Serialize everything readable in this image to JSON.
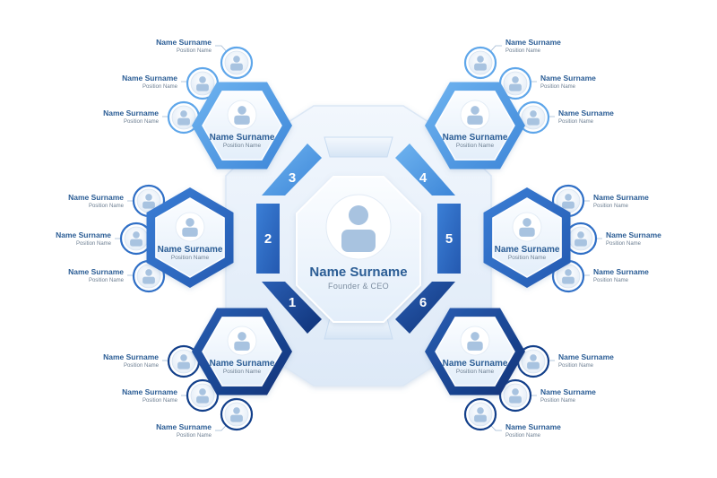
{
  "center": {
    "name": "Name Surname",
    "role": "Founder & CEO"
  },
  "colors": {
    "dark": "#123f8a",
    "mid": "#2f6fc6",
    "light": "#5ea6ea",
    "panel": "#e8f1fb",
    "text": "#2b5d95",
    "sub": "#6d7f92"
  },
  "groups": [
    {
      "number": "3",
      "name": "Name Surname",
      "position": "Position Name",
      "members": [
        {
          "name": "Name Surname",
          "position": "Position Name"
        },
        {
          "name": "Name Surname",
          "position": "Position Name"
        },
        {
          "name": "Name Surname",
          "position": "Position Name"
        }
      ]
    },
    {
      "number": "4",
      "name": "Name Surname",
      "position": "Position Name",
      "members": [
        {
          "name": "Name Surname",
          "position": "Position Name"
        },
        {
          "name": "Name Surname",
          "position": "Position Name"
        },
        {
          "name": "Name Surname",
          "position": "Position Name"
        }
      ]
    },
    {
      "number": "2",
      "name": "Name Surname",
      "position": "Position Name",
      "members": [
        {
          "name": "Name Surname",
          "position": "Position Name"
        },
        {
          "name": "Name Surname",
          "position": "Position Name"
        },
        {
          "name": "Name Surname",
          "position": "Position Name"
        }
      ]
    },
    {
      "number": "5",
      "name": "Name Surname",
      "position": "Position Name",
      "members": [
        {
          "name": "Name Surname",
          "position": "Position Name"
        },
        {
          "name": "Name Surname",
          "position": "Position Name"
        },
        {
          "name": "Name Surname",
          "position": "Position Name"
        }
      ]
    },
    {
      "number": "1",
      "name": "Name Surname",
      "position": "Position Name",
      "members": [
        {
          "name": "Name Surname",
          "position": "Position Name"
        },
        {
          "name": "Name Surname",
          "position": "Position Name"
        },
        {
          "name": "Name Surname",
          "position": "Position Name"
        }
      ]
    },
    {
      "number": "6",
      "name": "Name Surname",
      "position": "Position Name",
      "members": [
        {
          "name": "Name Surname",
          "position": "Position Name"
        },
        {
          "name": "Name Surname",
          "position": "Position Name"
        },
        {
          "name": "Name Surname",
          "position": "Position Name"
        }
      ]
    }
  ]
}
